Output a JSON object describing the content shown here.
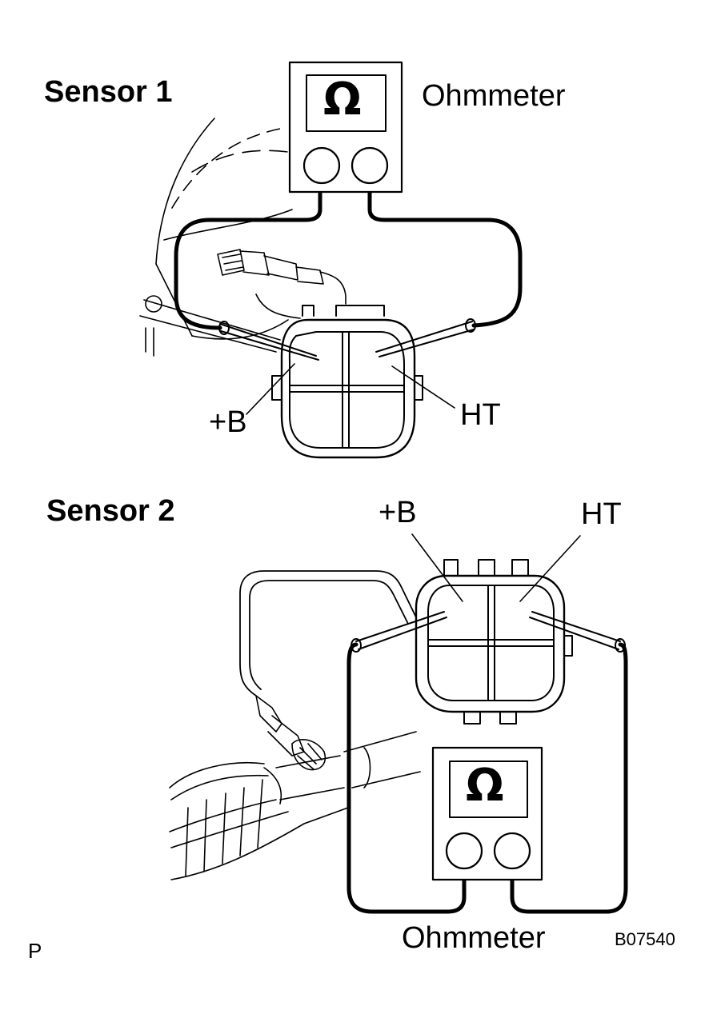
{
  "sensor1": {
    "title": "Sensor 1",
    "meter_label": "Ohmmeter",
    "meter_symbol": "Ω",
    "terminal_left": "+B",
    "terminal_right": "HT"
  },
  "sensor2": {
    "title": "Sensor 2",
    "meter_label": "Ohmmeter",
    "meter_symbol": "Ω",
    "terminal_left": "+B",
    "terminal_right": "HT"
  },
  "footer": {
    "page_mark": "P",
    "figure_code": "B07540"
  },
  "colors": {
    "ink": "#000000",
    "paper": "#ffffff"
  }
}
